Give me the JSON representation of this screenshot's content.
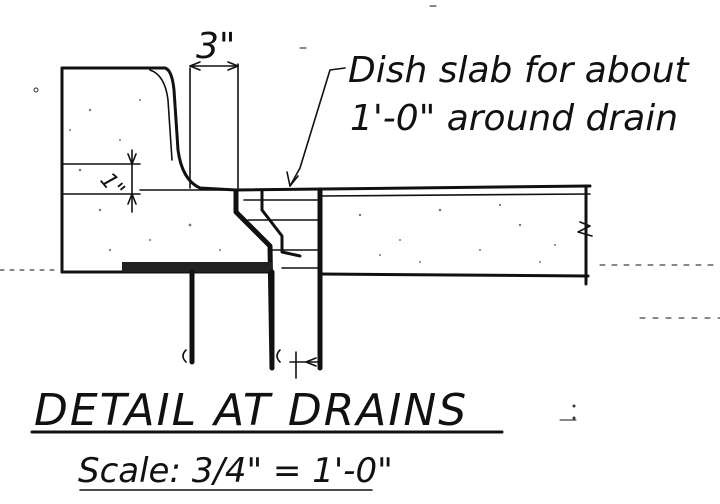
{
  "drawing": {
    "dimension_label": "3\"",
    "note_line1": "Dish slab for about",
    "note_line2": "1'-0\" around drain",
    "side_dimension": "1\"",
    "title": "DETAIL AT DRAINS",
    "scale": "Scale: 3/4\" = 1'-0\""
  },
  "colors": {
    "ink": "#111111",
    "paper": "#ffffff"
  }
}
